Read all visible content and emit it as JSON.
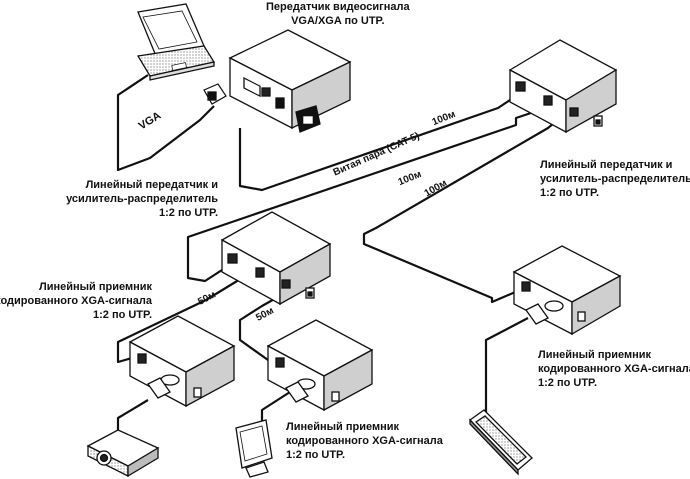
{
  "labels": {
    "vga_tx": {
      "line1": "Передатчик видеосигнала",
      "line2": "VGA/XGA по UTP."
    },
    "da_right": {
      "line1": "Линейный передатчик и",
      "line2": "усилитель-распределитель",
      "line3": "1:2 по UTP."
    },
    "da_left": {
      "line1": "Линейный передатчик и",
      "line2": "усилитель-распределитель",
      "line3": "1:2 по UTP."
    },
    "rx_left": {
      "line1": "Линейный приемник",
      "line2": "кодированного XGA-сигнала",
      "line3": "1:2 по UTP."
    },
    "rx_right": {
      "line1": "Линейный приемник",
      "line2": "кодированного XGA-сигнала",
      "line3": "1:2 по UTP."
    },
    "rx_bottom": {
      "line1": "Линейный приемник",
      "line2": "кодированного XGA-сигнала",
      "line3": "1:2 по UTP."
    }
  },
  "cables": {
    "vga": "VGA",
    "cat5": "Витая пара (CAT 5)",
    "len_100_a": "100м",
    "len_100_b": "100м",
    "len_100_c": "100м",
    "len_50_a": "50м",
    "len_50_b": "50м"
  },
  "devices": [
    "laptop",
    "vga-transmitter",
    "distribution-amplifier-right",
    "distribution-amplifier-left",
    "receiver-left",
    "receiver-middle",
    "receiver-right",
    "projector",
    "monitor",
    "plasma-display"
  ]
}
